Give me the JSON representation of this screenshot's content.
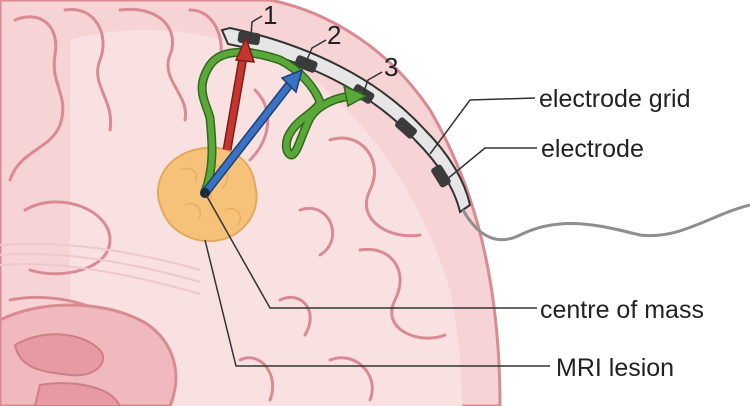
{
  "electrode_numbers": [
    "1",
    "2",
    "3"
  ],
  "labels": {
    "electrode_grid": "electrode grid",
    "electrode": "electrode",
    "centre_of_mass": "centre of mass",
    "mri_lesion": "MRI lesion"
  },
  "colors": {
    "brain_fill": "#f6d3d5",
    "brain_deep": "#f0b9bd",
    "sulcus_stroke": "#d98a92",
    "red_arrow": "#c8352f",
    "blue_arrow": "#3a73c4",
    "green_path": "#5aa83a",
    "lesion_fill": "#f6c27a",
    "grid_fill": "#e6e6e6",
    "electrode_fill": "#3b3b3b"
  }
}
